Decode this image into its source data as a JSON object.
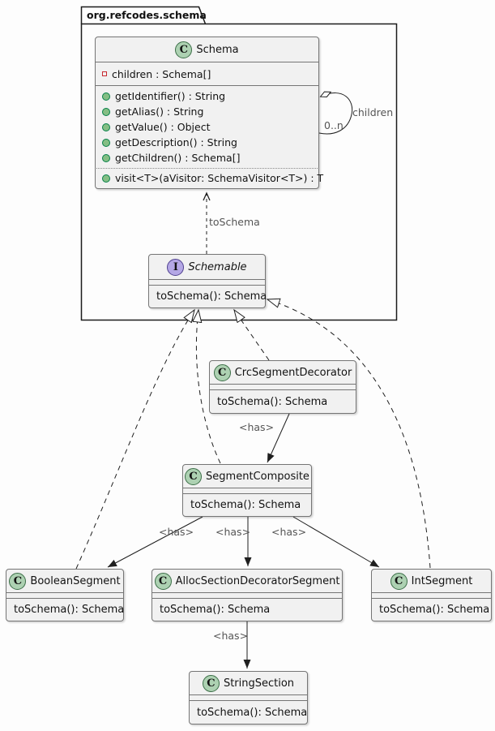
{
  "package": {
    "title": "org.refcodes.schema"
  },
  "classes": {
    "schema": {
      "kind": "class",
      "stereotype": "C",
      "name": "Schema",
      "fields": [
        "children : Schema[]"
      ],
      "methods": [
        "getIdentifier() : String",
        "getAlias() : String",
        "getValue() : Object",
        "getDescription() : String",
        "getChildren() : Schema[]"
      ],
      "methods_extra": [
        "visit<T>(aVisitor: SchemaVisitor<T>) : T"
      ]
    },
    "schemable": {
      "kind": "interface",
      "stereotype": "I",
      "name": "Schemable",
      "methods": [
        "toSchema(): Schema"
      ]
    },
    "crc_segment_decorator": {
      "kind": "class",
      "stereotype": "C",
      "name": "CrcSegmentDecorator",
      "methods": [
        "toSchema(): Schema"
      ]
    },
    "segment_composite": {
      "kind": "class",
      "stereotype": "C",
      "name": "SegmentComposite",
      "methods": [
        "toSchema(): Schema"
      ]
    },
    "boolean_segment": {
      "kind": "class",
      "stereotype": "C",
      "name": "BooleanSegment",
      "methods": [
        "toSchema(): Schema"
      ]
    },
    "alloc_section_decorator_segment": {
      "kind": "class",
      "stereotype": "C",
      "name": "AllocSectionDecoratorSegment",
      "methods": [
        "toSchema(): Schema"
      ]
    },
    "int_segment": {
      "kind": "class",
      "stereotype": "C",
      "name": "IntSegment",
      "methods": [
        "toSchema(): Schema"
      ]
    },
    "string_section": {
      "kind": "class",
      "stereotype": "C",
      "name": "StringSection",
      "methods": [
        "toSchema(): Schema"
      ]
    }
  },
  "edges": [
    {
      "from": "Schemable",
      "to": "Schema",
      "type": "dashed-dependency",
      "label": "toSchema"
    },
    {
      "from": "Schema",
      "to": "Schema",
      "type": "self-aggregation",
      "label": "children",
      "multiplicity": "0..n"
    },
    {
      "from": "CrcSegmentDecorator",
      "to": "SegmentComposite",
      "type": "association",
      "label": "<has>"
    },
    {
      "from": "SegmentComposite",
      "to": "BooleanSegment",
      "type": "association",
      "label": "<has>"
    },
    {
      "from": "SegmentComposite",
      "to": "AllocSectionDecoratorSegment",
      "type": "association",
      "label": "<has>"
    },
    {
      "from": "SegmentComposite",
      "to": "IntSegment",
      "type": "association",
      "label": "<has>"
    },
    {
      "from": "AllocSectionDecoratorSegment",
      "to": "StringSection",
      "type": "association",
      "label": "<has>"
    },
    {
      "from": "BooleanSegment",
      "to": "Schemable",
      "type": "realization"
    },
    {
      "from": "SegmentComposite",
      "to": "Schemable",
      "type": "realization"
    },
    {
      "from": "CrcSegmentDecorator",
      "to": "Schemable",
      "type": "realization"
    },
    {
      "from": "IntSegment",
      "to": "Schemable",
      "type": "realization"
    }
  ],
  "colors": {
    "class_icon_fill": "#ADD1B2",
    "interface_icon_fill": "#B4A7E5",
    "box_fill": "#F1F1F1",
    "box_border": "#757575",
    "package_border": "#1C1C1C",
    "field_icon_red": "#C82930",
    "method_icon_green": "#84BE84",
    "edge_label_gray": "#555555"
  }
}
